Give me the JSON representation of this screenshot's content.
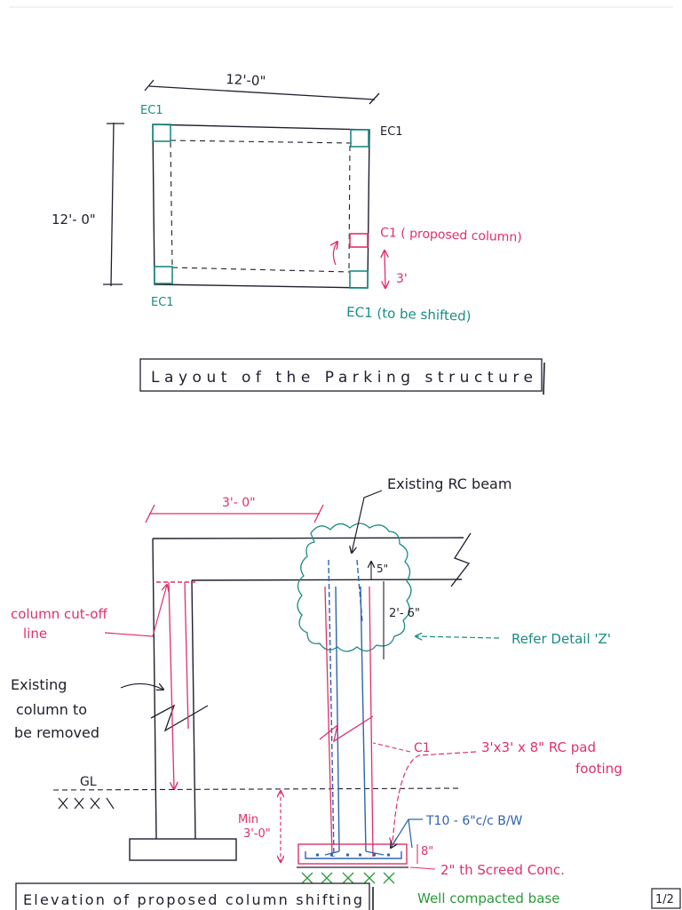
{
  "colors": {
    "ink": "#1f1f2e",
    "red": "#e0306a",
    "blue": "#2f63b0",
    "teal": "#1a8c85",
    "green": "#2a9a3a"
  },
  "layout_plan": {
    "dim_horizontal": "12'-0\"",
    "dim_vertical": "12'- 0\"",
    "label_top_left": "EC1",
    "label_top_right": "EC1",
    "label_bottom_left": "EC1",
    "label_proposed": "C1 ( proposed column)",
    "dim_shift": "3'",
    "label_shifted": "EC1 (to be shifted)",
    "caption": "Layout of the Parking structure"
  },
  "elevation": {
    "dim_top": "3'- 0\"",
    "existing_beam": "Existing RC beam",
    "dim_embed": "5\"",
    "dim_lap": "2'- 6\"",
    "refer_detail": "Refer Detail 'Z'",
    "cutoff_line_1": "column cut-off",
    "cutoff_line_2": "line",
    "existing_col_1": "Existing",
    "existing_col_2": "column to",
    "existing_col_3": "be removed",
    "c1": "C1",
    "pad_footing_1": "3'x3' x 8\" RC pad",
    "pad_footing_2": "footing",
    "gl": "GL",
    "min_1": "Min",
    "min_2": "3'-0\"",
    "rebar": "T10 - 6\"c/c B/W",
    "dim_footing_depth": "8\"",
    "screed": "2\" th Screed Conc.",
    "compacted_base": "Well compacted base",
    "caption": "Elevation of proposed column shifting",
    "page_mark": "1/2"
  }
}
